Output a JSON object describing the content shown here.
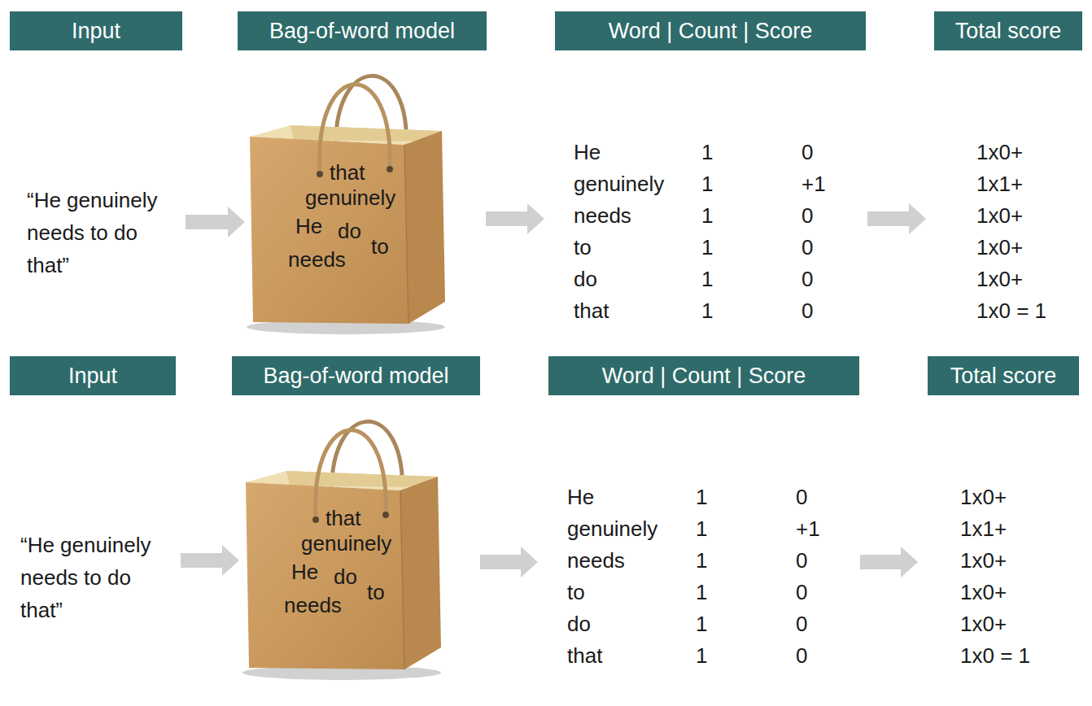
{
  "diagram": {
    "nodes": [
      {
        "text": [
          "Input"
        ]
      },
      {
        "text": [
          "Bag-of-word model"
        ]
      },
      {
        "text": [
          "Word | Count | Score"
        ]
      },
      {
        "text": [
          "Total score"
        ]
      },
      {
        "text": [
          "that",
          "genuinely",
          "He",
          "do",
          "to",
          "needs"
        ]
      },
      {
        "text": [
          "Input"
        ]
      },
      {
        "text": [
          "Bag-of-word model"
        ]
      },
      {
        "text": [
          "Word | Count | Score"
        ]
      },
      {
        "text": [
          "Total score"
        ]
      },
      {
        "text": [
          "that",
          "genuinely",
          "He",
          "do",
          "to",
          "needs"
        ]
      }
    ],
    "labels": [
      "“He genuinely needs to do that”",
      "He",
      "1",
      "0",
      "1x0+",
      "genuinely",
      "1",
      "+1",
      "1x1+",
      "needs",
      "1",
      "0",
      "1x0+",
      "to",
      "1",
      "0",
      "1x0+",
      "do",
      "1",
      "0",
      "1x0+",
      "that",
      "1",
      "0",
      "1x0 = 1",
      "“He genuinely needs to do that”",
      "He",
      "1",
      "0",
      "1x0+",
      "genuinely",
      "1",
      "+1",
      "1x1+",
      "needs",
      "1",
      "0",
      "1x0+",
      "to",
      "1",
      "0",
      "1x0+",
      "do",
      "1",
      "0",
      "1x0+",
      "that",
      "1",
      "0",
      "1x0 = 1"
    ]
  }
}
